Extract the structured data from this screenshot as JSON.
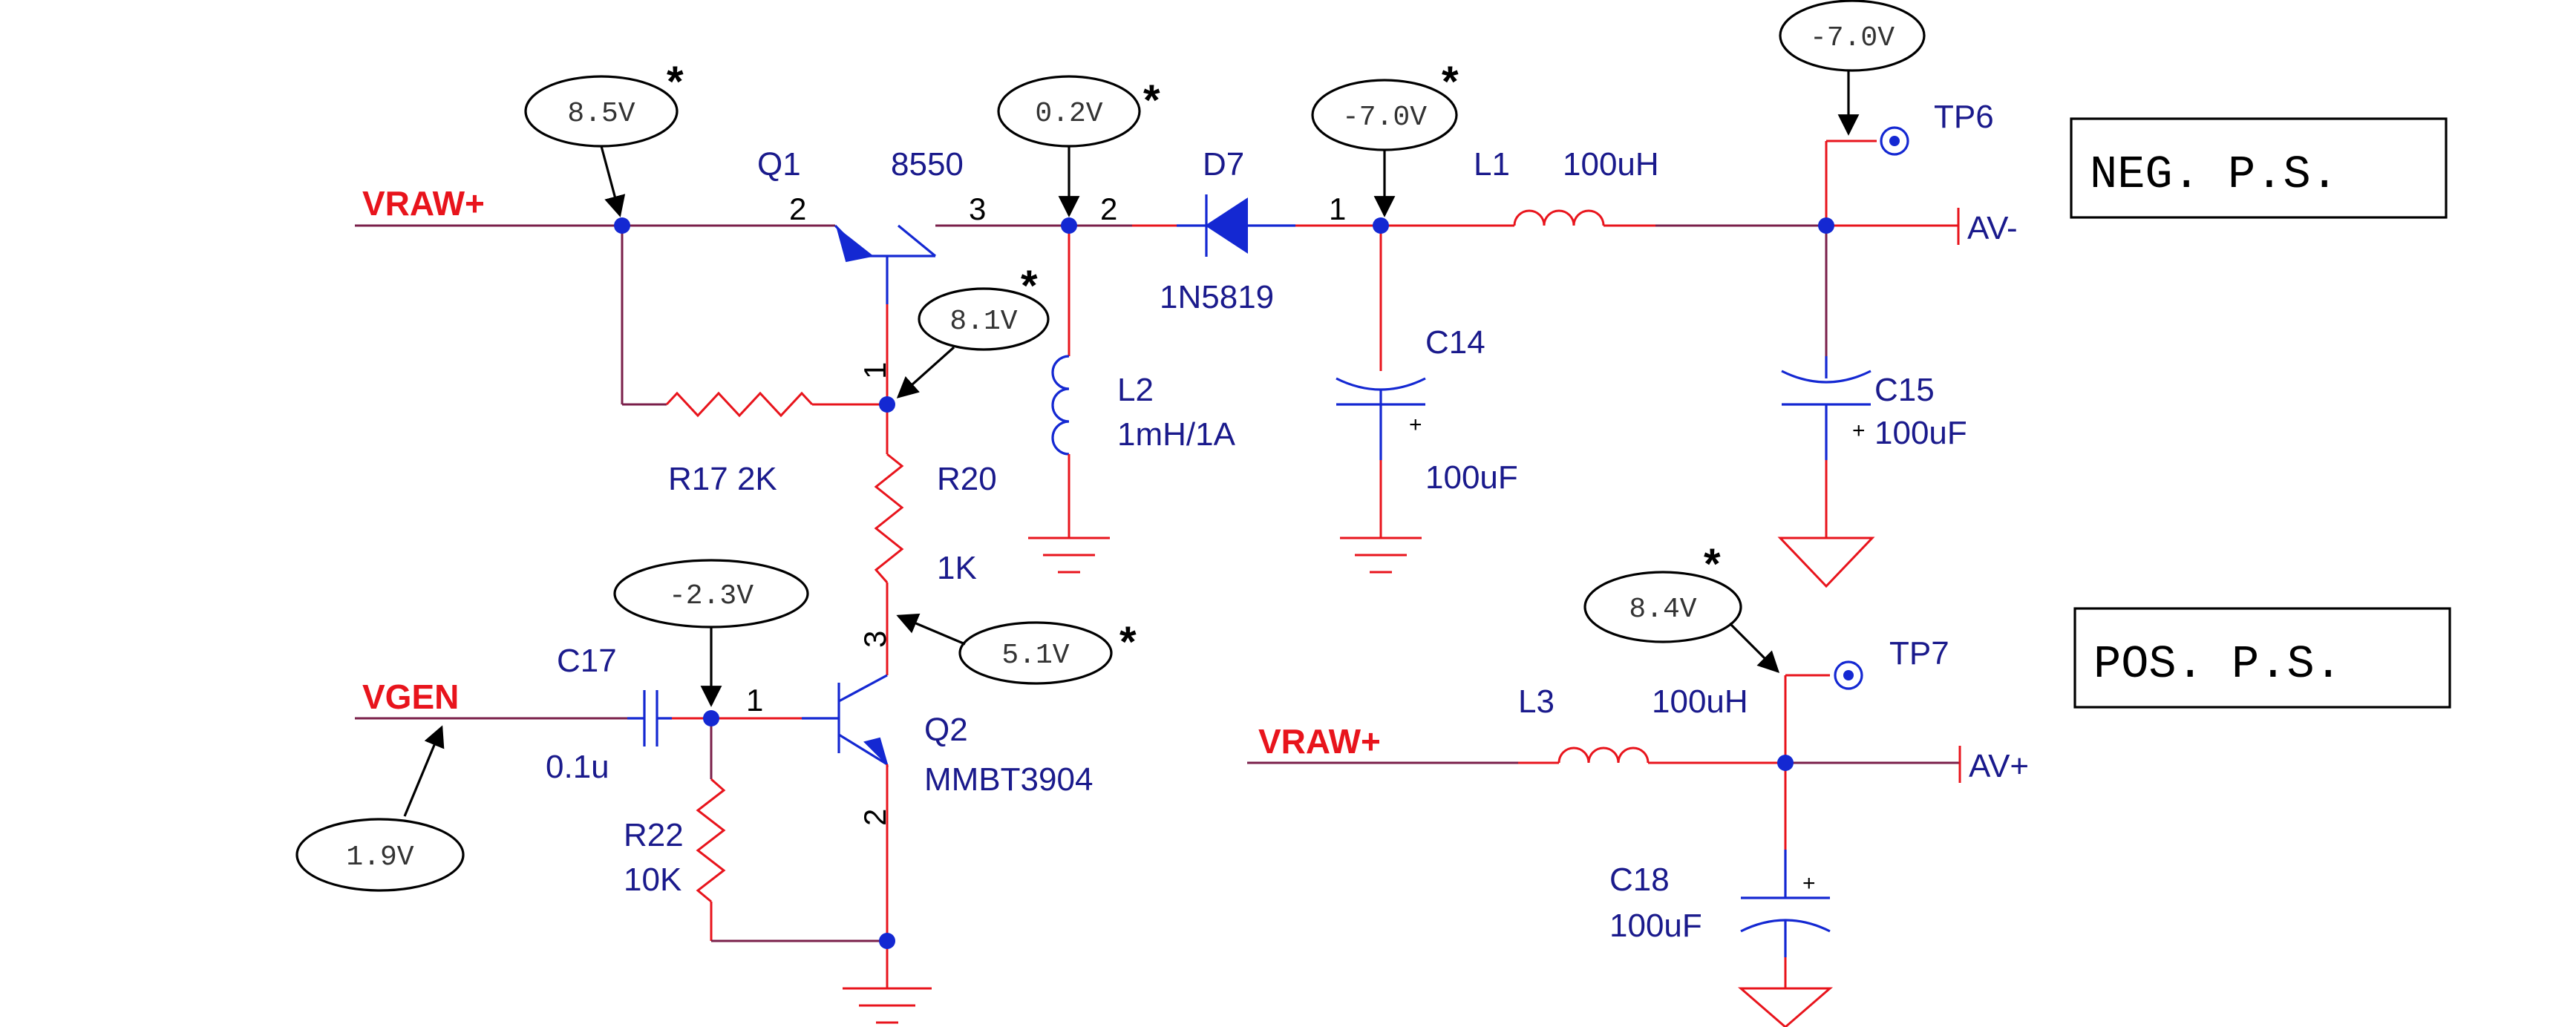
{
  "nets": {
    "vraw_top": "VRAW+",
    "vgen": "VGEN",
    "vraw_bottom": "VRAW+",
    "av_minus": "AV-",
    "av_plus": "AV+"
  },
  "boxes": {
    "neg": "NEG. P.S.",
    "pos": "POS. P.S."
  },
  "testpoints": {
    "tp6": "TP6",
    "tp7": "TP7"
  },
  "measurements": {
    "m_vraw": "8.5V",
    "m_q1c": "0.2V",
    "m_d7": "-7.0V",
    "m_tp6": "-7.0V",
    "m_q1b": "8.1V",
    "m_q2b": "-2.3V",
    "m_q2c": "5.1V",
    "m_vgen": "1.9V",
    "m_tp7": "8.4V"
  },
  "stars": {
    "s": "*"
  },
  "components": {
    "q1": {
      "ref": "Q1",
      "value": "8550"
    },
    "d7": {
      "ref": "D7",
      "value": "1N5819"
    },
    "l1": {
      "ref": "L1",
      "value": "100uH"
    },
    "l2": {
      "ref": "L2",
      "value": "1mH/1A"
    },
    "c14": {
      "ref": "C14",
      "value": "100uF"
    },
    "c15": {
      "ref": "C15",
      "value": "100uF"
    },
    "r17": {
      "label": "R17  2K"
    },
    "r20": {
      "ref": "R20",
      "value": "1K"
    },
    "c17": {
      "ref": "C17",
      "value": "0.1u"
    },
    "q2": {
      "ref": "Q2",
      "value": "MMBT3904"
    },
    "r22": {
      "ref": "R22",
      "value": "10K"
    },
    "l3": {
      "ref": "L3",
      "value": "100uH"
    },
    "c18": {
      "ref": "C18",
      "value": "100uF"
    }
  },
  "pins": {
    "q1_2": "2",
    "q1_3": "3",
    "d7_2": "2",
    "d7_1": "1",
    "q1_1": "1",
    "q2_3": "3",
    "q2_1": "1",
    "q2_2": "2"
  },
  "polarity": {
    "plus": "+"
  }
}
